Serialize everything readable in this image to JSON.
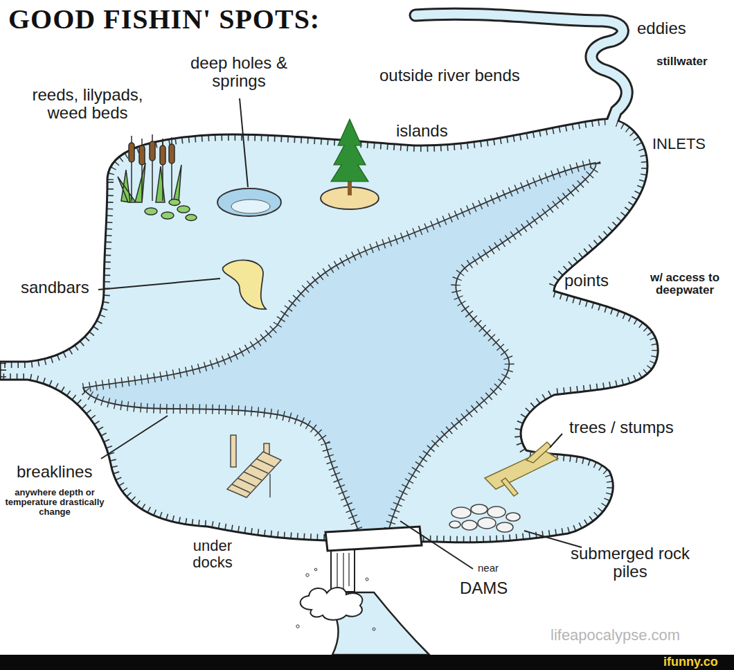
{
  "diagram": {
    "title": "GOOD FISHIN' SPOTS:",
    "labels": [
      "eddies",
      "stillwater",
      "deep holes & springs",
      "outside river bends",
      "reeds, lilypads, weed beds",
      "islands",
      "INLETS",
      "sandbars",
      "points",
      "w/ access to deepwater",
      "trees / stumps",
      "breaklines",
      "anywhere depth or temperature drastically change",
      "under docks",
      "near",
      "DAMS",
      "submerged rock piles",
      "lifeapocalypse.com",
      "ifunny.co"
    ]
  }
}
